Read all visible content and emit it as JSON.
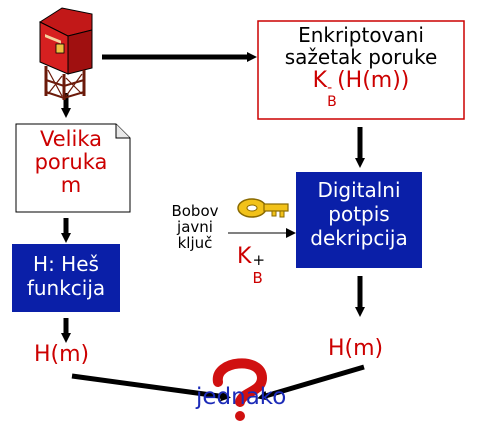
{
  "encrypted_box": {
    "line1": "Enkriptovani",
    "line2": "sažetak poruke",
    "formula_K": "K",
    "formula_sub": "B",
    "formula_sup": "-",
    "formula_rest": "(H(m))"
  },
  "message_box": {
    "line1": "Velika",
    "line2": "poruka",
    "line3": "m"
  },
  "hash_box": {
    "line1": "H: Heš",
    "line2": "funkcija"
  },
  "decrypt_box": {
    "line1": "Digitalni",
    "line2": "potpis",
    "line3": "dekripcija"
  },
  "public_key": {
    "line1": "Bobov",
    "line2": "javni",
    "line3": "ključ",
    "K": "K",
    "sub": "B",
    "sup": "+"
  },
  "hash_left": "H(m)",
  "hash_right": "H(m)",
  "compare_label": "jednako",
  "colors": {
    "red_text": "#cc0000",
    "blue_box": "#0a1fa8",
    "question_mark": "#d01010"
  },
  "icons": [
    "mailbox-icon",
    "key-icon",
    "question-mark-icon"
  ]
}
